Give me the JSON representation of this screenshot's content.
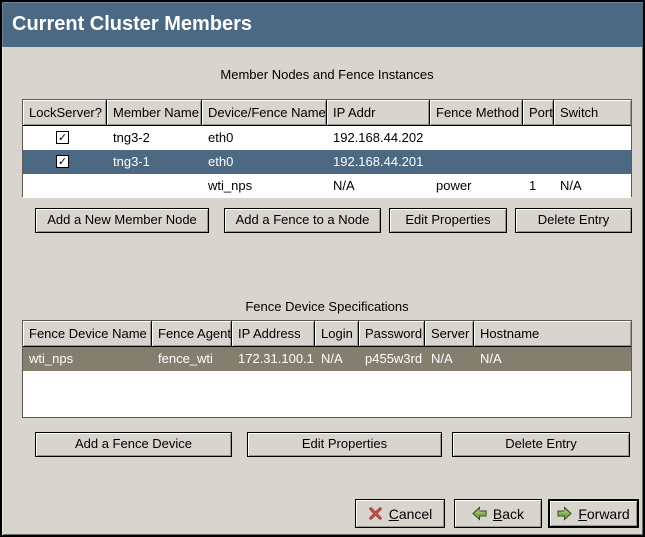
{
  "window": {
    "title": "Current Cluster Members"
  },
  "colors": {
    "titlebar_bg": "#4b6982",
    "selection_active_bg": "#4b6982",
    "selection_inactive_bg": "#837e6e",
    "window_bg": "#d8d5ce"
  },
  "icons": {
    "check_glyph": "✓"
  },
  "member_section": {
    "caption": "Member Nodes and Fence Instances",
    "columns": [
      "LockServer?",
      "Member Name",
      "Device/Fence Name",
      "IP Addr",
      "Fence Method",
      "Port",
      "Switch"
    ],
    "rows": [
      {
        "lockserver_checked": true,
        "member_name": "tng3-2",
        "device_fence_name": "eth0",
        "ip_addr": "192.168.44.202",
        "fence_method": "",
        "port": "",
        "switch": "",
        "selected": false
      },
      {
        "lockserver_checked": true,
        "member_name": "tng3-1",
        "device_fence_name": "eth0",
        "ip_addr": "192.168.44.201",
        "fence_method": "",
        "port": "",
        "switch": "",
        "selected": true
      },
      {
        "lockserver_checked": false,
        "member_name": "",
        "device_fence_name": "wti_nps",
        "ip_addr": "N/A",
        "fence_method": "power",
        "port": "1",
        "switch": "N/A",
        "selected": false
      }
    ],
    "buttons": [
      "Add a New Member Node",
      "Add a Fence to a Node",
      "Edit Properties",
      "Delete Entry"
    ]
  },
  "fence_section": {
    "caption": "Fence Device Specifications",
    "columns": [
      "Fence Device Name",
      "Fence Agent",
      "IP Address",
      "Login",
      "Password",
      "Server",
      "Hostname"
    ],
    "rows": [
      {
        "fence_device_name": "wti_nps",
        "fence_agent": "fence_wti",
        "ip_address": "172.31.100.1",
        "login": "N/A",
        "password": "p455w3rd",
        "server": "N/A",
        "hostname": "N/A",
        "selected": true
      }
    ],
    "buttons": [
      "Add a Fence Device",
      "Edit Properties",
      "Delete Entry"
    ]
  },
  "footer": {
    "cancel": {
      "mnemonic": "C",
      "rest": "ancel"
    },
    "back": {
      "mnemonic": "B",
      "rest": "ack"
    },
    "forward": {
      "mnemonic": "F",
      "rest": "orward"
    }
  }
}
